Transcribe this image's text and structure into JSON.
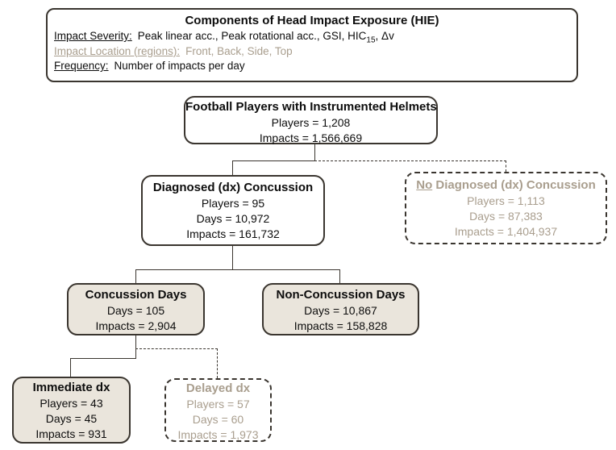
{
  "colors": {
    "box_border": "#3a352f",
    "shaded_fill": "#eae5dc",
    "muted_text": "#a99e8e",
    "text": "#0d0d0d",
    "background": "#ffffff"
  },
  "legend": {
    "title": "Components of Head Impact Exposure (HIE)",
    "rows": [
      {
        "label": "Impact Severity:",
        "text_pre": "Peak linear acc., Peak rotational acc., GSI, HIC",
        "text_sub": "15",
        "text_post": ", Δv"
      },
      {
        "label": "Impact Location (regions):",
        "text": "Front, Back, Side, Top"
      },
      {
        "label": "Frequency:",
        "text": "Number of impacts per day"
      }
    ]
  },
  "nodes": {
    "root": {
      "title": "Football Players with Instrumented Helmets",
      "lines": [
        "Players = 1,208",
        "Impacts = 1,566,669"
      ]
    },
    "diagnosed": {
      "title": "Diagnosed (dx) Concussion",
      "lines": [
        "Players = 95",
        "Days = 10,972",
        "Impacts = 161,732"
      ]
    },
    "no_diagnosed": {
      "title_underlined": "No",
      "title_rest": " Diagnosed (dx) Concussion",
      "lines": [
        "Players = 1,113",
        "Days = 87,383",
        "Impacts = 1,404,937"
      ]
    },
    "concussion_days": {
      "title": "Concussion Days",
      "lines": [
        "Days = 105",
        "Impacts = 2,904"
      ]
    },
    "non_concussion_days": {
      "title": "Non-Concussion Days",
      "lines": [
        "Days = 10,867",
        "Impacts = 158,828"
      ]
    },
    "immediate_dx": {
      "title": "Immediate dx",
      "lines": [
        "Players = 43",
        "Days = 45",
        "Impacts = 931"
      ]
    },
    "delayed_dx": {
      "title": "Delayed dx",
      "lines": [
        "Players = 57",
        "Days = 60",
        "Impacts = 1,973"
      ]
    }
  }
}
